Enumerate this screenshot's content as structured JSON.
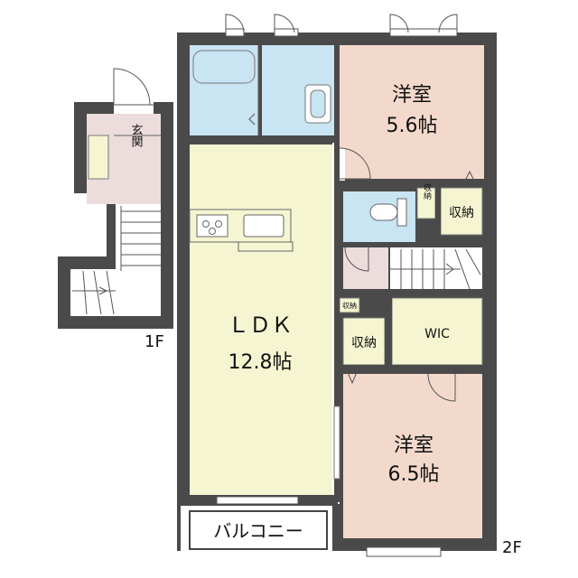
{
  "floors": {
    "first": {
      "label": "1F",
      "entrance_label": "玄関"
    },
    "second": {
      "label": "2F",
      "rooms": {
        "western_room_top": {
          "name": "洋室",
          "size": "5.6帖"
        },
        "storage_right": {
          "name": "収納"
        },
        "storage_small_top": {
          "name": "収納"
        },
        "storage_small_mid": {
          "name": "収納"
        },
        "ldk": {
          "name": "ＬＤＫ",
          "size": "12.8帖"
        },
        "storage_left": {
          "name": "収納"
        },
        "wic": {
          "name": "WIC"
        },
        "western_room_bottom": {
          "name": "洋室",
          "size": "6.5帖"
        },
        "balcony": {
          "name": "バルコニー"
        }
      }
    }
  },
  "colors": {
    "wall": "#4a4a4a",
    "bedroom": "#f3d9cc",
    "ldk": "#f5f5d2",
    "wet_area": "#c9e4f2",
    "entrance": "#ecdcdc",
    "hall": "#ffffff"
  }
}
